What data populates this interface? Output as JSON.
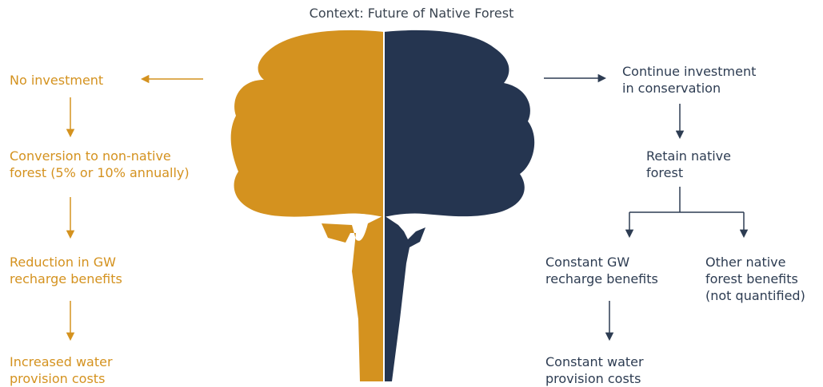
{
  "title": "Context: Future of Native Forest",
  "colors": {
    "left": "#d4921f",
    "right": "#253550",
    "left_text": "#d4921f",
    "right_text": "#2d3c52"
  },
  "left_branch": {
    "steps": [
      "No investment",
      "Conversion to non-native\nforest (5% or 10% annually)",
      "Reduction in GW\nrecharge benefits",
      "Increased water\nprovision costs"
    ]
  },
  "right_branch": {
    "step1": "Continue investment\nin conservation",
    "step2": "Retain native\nforest",
    "outcome_a": "Constant GW\nrecharge benefits",
    "outcome_b": "Other native\nforest benefits\n(not quantified)",
    "outcome_a_result": "Constant water\nprovision costs"
  }
}
